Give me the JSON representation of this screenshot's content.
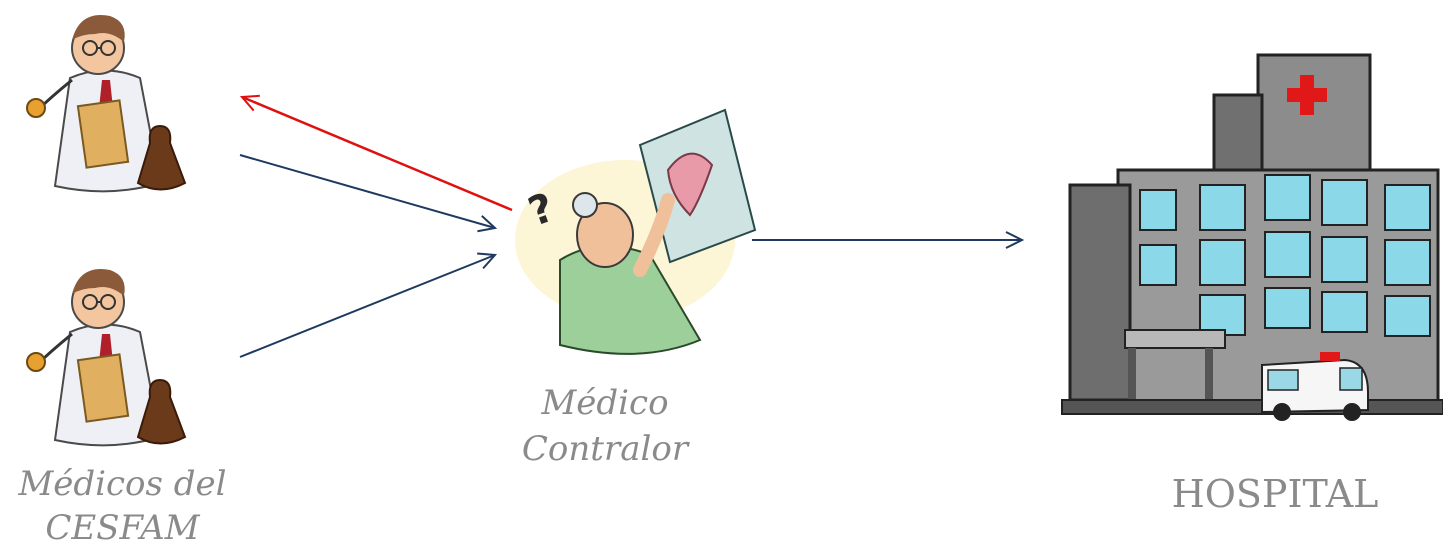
{
  "labels": {
    "cesfam_line1": "Médicos del",
    "cesfam_line2": "CESFAM",
    "contralor_line1": "Médico",
    "contralor_line2": "Contralor",
    "hospital": "HOSPITAL"
  },
  "colors": {
    "forward_arrow": "#1f3a5f",
    "return_arrow": "#e01010",
    "label_text": "#8a8a8a"
  },
  "icons": [
    "doctor-figure",
    "doctor-figure",
    "controller-doctor-figure",
    "hospital-building",
    "ambulance"
  ]
}
